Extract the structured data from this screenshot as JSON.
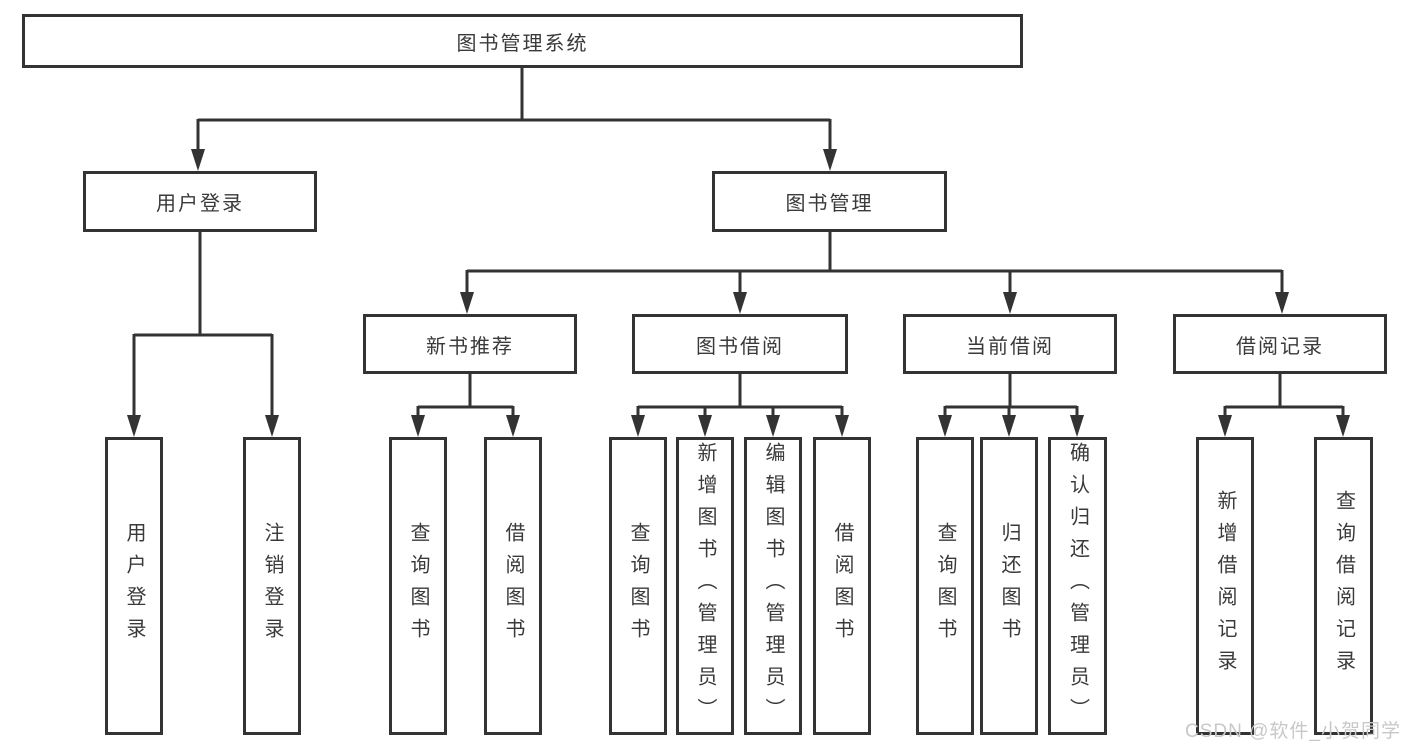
{
  "diagram": {
    "root": {
      "label": "图书管理系统"
    },
    "level2": [
      {
        "label": "用户登录"
      },
      {
        "label": "图书管理"
      }
    ],
    "level3": [
      {
        "label": "新书推荐"
      },
      {
        "label": "图书借阅"
      },
      {
        "label": "当前借阅"
      },
      {
        "label": "借阅记录"
      }
    ],
    "leaves": {
      "user_login": [
        "用户登录",
        "注销登录"
      ],
      "new_book": [
        "查询图书",
        "借阅图书"
      ],
      "book_borrow": [
        "查询图书",
        "新增图书（管理员）",
        "编辑图书（管理员）",
        "借阅图书"
      ],
      "current_borrow": [
        "查询图书",
        "归还图书",
        "确认归还（管理员）"
      ],
      "borrow_record": [
        "新增借阅记录",
        "查询借阅记录"
      ]
    }
  },
  "watermark": "CSDN @软件_小贺同学",
  "colors": {
    "line": "#333333",
    "text": "#3a3a3a",
    "watermark": "#c8c8c8",
    "background": "#ffffff"
  }
}
